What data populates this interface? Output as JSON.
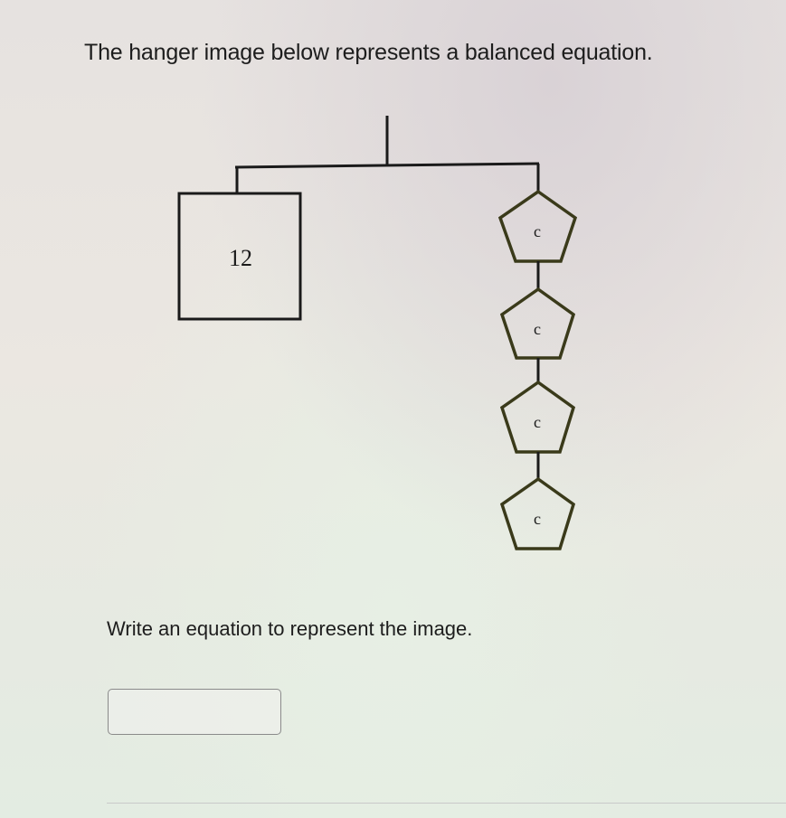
{
  "question": {
    "prompt": "The hanger image below represents a balanced equation.",
    "instruction": "Write an equation to represent the image."
  },
  "hanger": {
    "left_side": {
      "shape": "square",
      "label": "12"
    },
    "right_side": {
      "shape": "pentagon",
      "labels": [
        "c",
        "c",
        "c",
        "c"
      ]
    },
    "colors": {
      "line": "#1a1a1a",
      "pentagon_stroke": "#3a3a1a"
    }
  },
  "answer": {
    "value": "",
    "placeholder": ""
  }
}
